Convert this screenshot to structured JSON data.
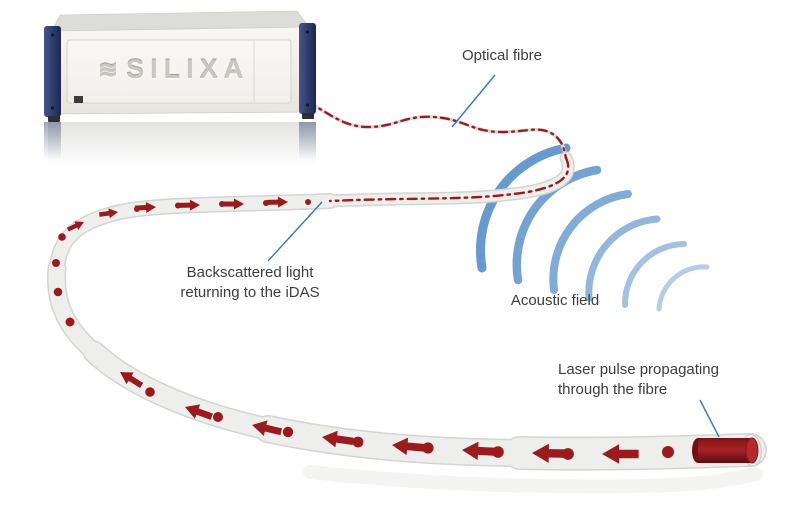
{
  "device": {
    "brand": "SILIXA"
  },
  "annotations": {
    "optical_fibre": "Optical fibre",
    "backscattered": {
      "line1": "Backscattered light",
      "line2": "returning to the iDAS"
    },
    "acoustic_field": "Acoustic field",
    "laser_pulse": {
      "line1": "Laser pulse propagating",
      "line2": "through the fibre"
    }
  },
  "colors": {
    "pulse_red": "#9a1a1d",
    "laser_cylinder_red": "#a82226",
    "acoustic_blue": "#5b90cb",
    "leader_blue": "#3079c0",
    "device_navy": "#2e3d6e",
    "tube_grey": "#eeeeec",
    "tube_edge_grey": "#d4d4d1"
  }
}
